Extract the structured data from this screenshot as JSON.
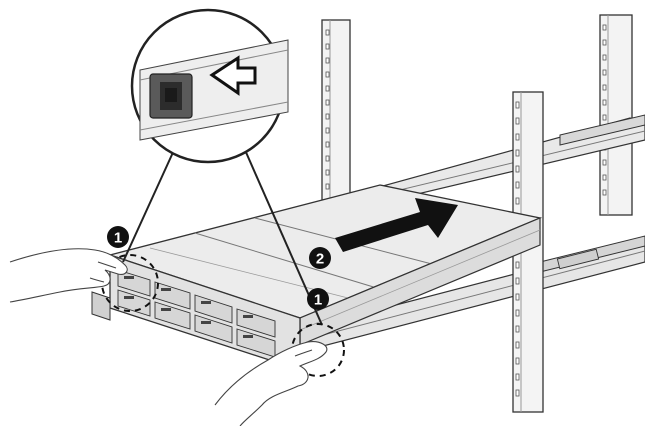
{
  "illustration": {
    "callouts": [
      {
        "id": "latch-left",
        "label": "1"
      },
      {
        "id": "push-arrow",
        "label": "2"
      },
      {
        "id": "latch-right",
        "label": "1"
      }
    ],
    "colors": {
      "callout_fill": "#111111",
      "callout_text": "#ffffff",
      "arrow_fill": "#111111",
      "line": "#222222",
      "rack_fill": "#f1f1f1",
      "chassis_top": "#ececec",
      "chassis_front": "#dcdcdc"
    },
    "icons": [
      "latch-icon",
      "arrow-left-icon",
      "arrow-right-icon",
      "hand-icon"
    ]
  }
}
